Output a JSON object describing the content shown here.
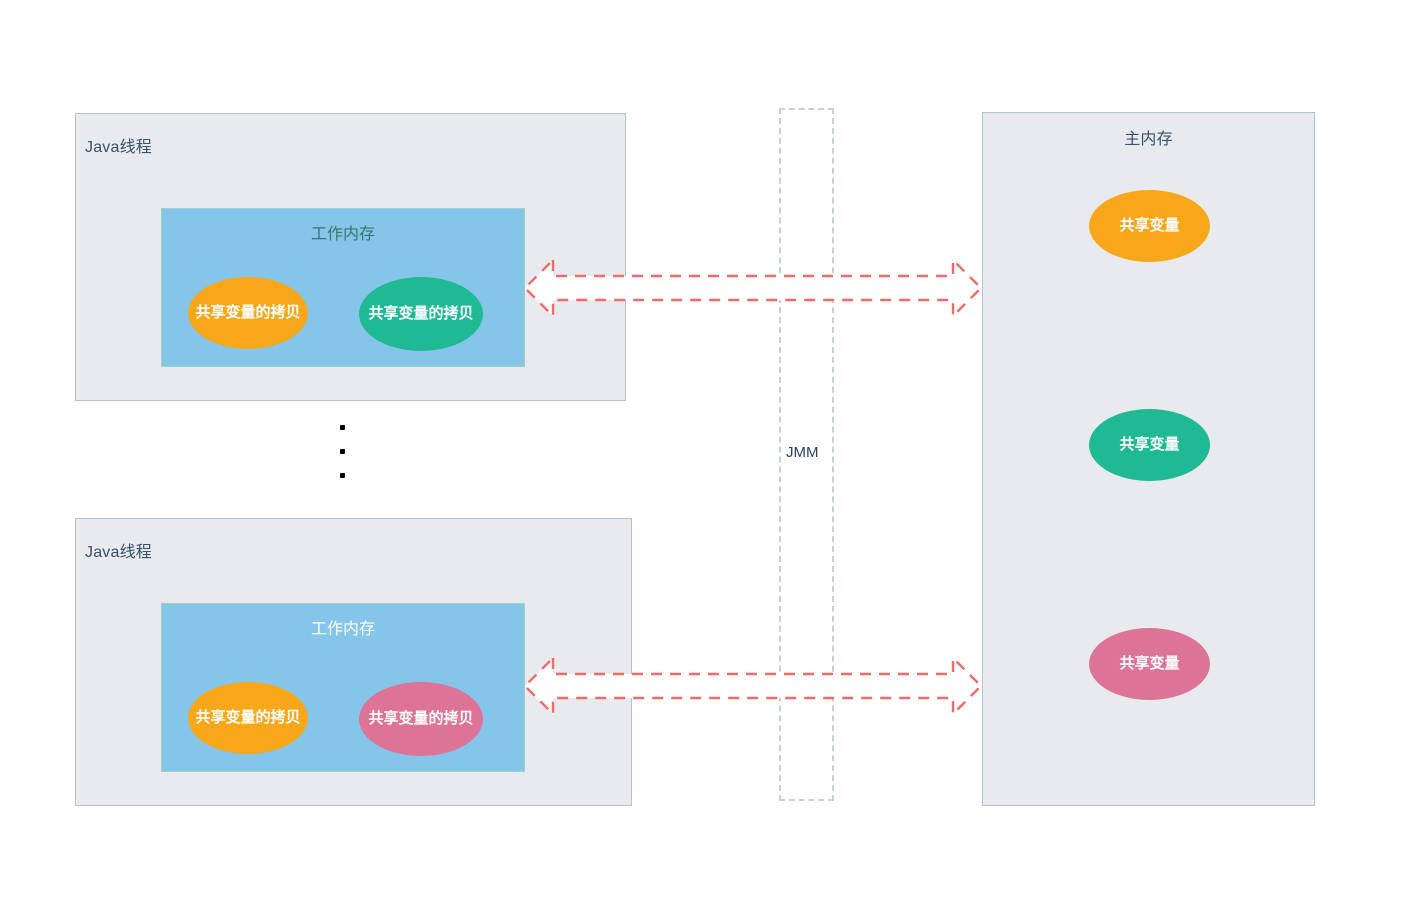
{
  "diagram": {
    "title_alt": "Java Memory Model (JMM)",
    "colors": {
      "grey_box_fill": "#e8eaee",
      "grey_box_border": "#b7c0d0",
      "blue_box_fill": "#85c5ea",
      "orange": "#f8a71b",
      "green": "#1fba94",
      "pink": "#dd7396",
      "arrow_red": "#f06a6a",
      "jmm_dash": "#c8d0d2",
      "title_text": "#37506e",
      "working_mem_text_dark": "#2e7a6e"
    }
  },
  "threads": [
    {
      "id": "thread-top",
      "label": "Java线程",
      "working_memory": {
        "label": "工作内存",
        "variables": [
          {
            "label": "共享变量的拷贝",
            "color": "orange"
          },
          {
            "label": "共享变量的拷贝",
            "color": "green"
          }
        ]
      }
    },
    {
      "id": "thread-bottom",
      "label": "Java线程",
      "working_memory": {
        "label": "工作内存",
        "variables": [
          {
            "label": "共享变量的拷贝",
            "color": "orange"
          },
          {
            "label": "共享变量的拷贝",
            "color": "pink"
          }
        ]
      }
    }
  ],
  "ellipsis": {
    "dot_count": 3,
    "meaning": "more threads"
  },
  "jmm": {
    "label": "JMM"
  },
  "main_memory": {
    "label": "主内存",
    "variables": [
      {
        "label": "共享变量",
        "color": "orange"
      },
      {
        "label": "共享变量",
        "color": "green"
      },
      {
        "label": "共享变量",
        "color": "pink"
      }
    ]
  },
  "arrows": [
    {
      "id": "arrow-top",
      "direction": "bidirectional",
      "style": "dashed",
      "color": "#f06a6a"
    },
    {
      "id": "arrow-bottom",
      "direction": "bidirectional",
      "style": "dashed",
      "color": "#f06a6a"
    }
  ]
}
